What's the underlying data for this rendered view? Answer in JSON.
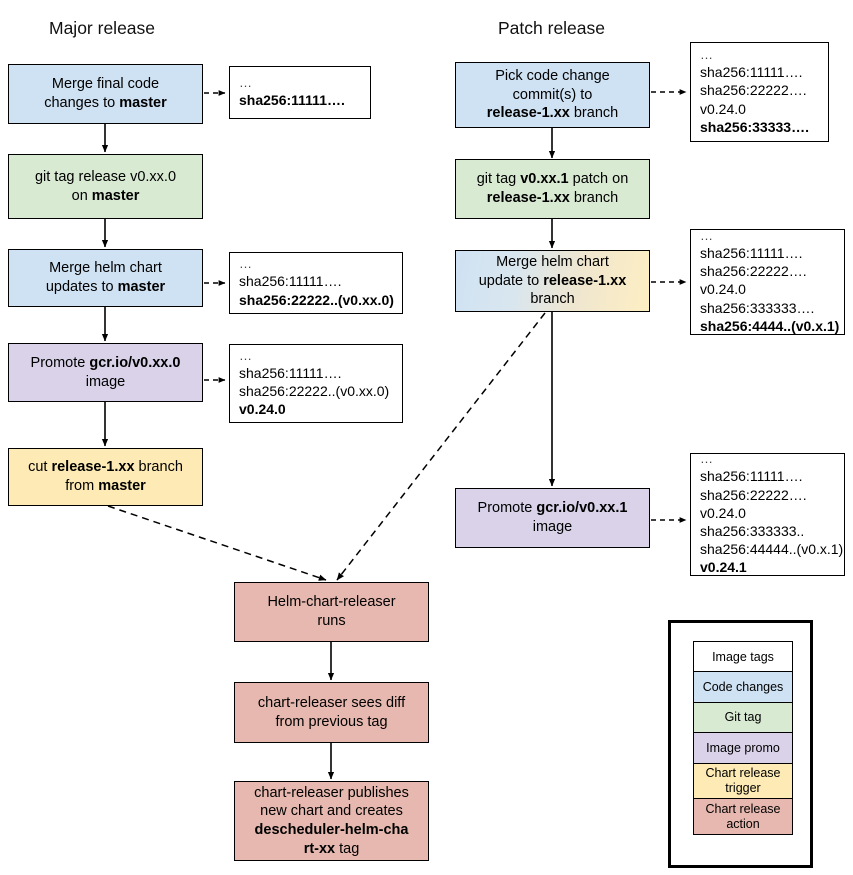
{
  "diagram": {
    "titles": {
      "major": "Major release",
      "patch": "Patch release"
    },
    "major_flow": [
      {
        "id": "merge-final-code",
        "type": "code-changes",
        "color": "#cfe2f3",
        "lines": [
          {
            "text": "Merge final code",
            "bold_parts": []
          },
          {
            "text": "changes to master",
            "bold_parts": [
              "master"
            ]
          }
        ]
      },
      {
        "id": "git-tag-release",
        "type": "git-tag",
        "color": "#d9ead3",
        "lines": [
          {
            "text": "git tag release v0.xx.0",
            "bold_parts": []
          },
          {
            "text": "on master",
            "bold_parts": [
              "master"
            ]
          }
        ]
      },
      {
        "id": "merge-helm-chart-master",
        "type": "code-changes",
        "color": "#cfe2f3",
        "lines": [
          {
            "text": "Merge helm chart",
            "bold_parts": []
          },
          {
            "text": "updates to master",
            "bold_parts": [
              "master"
            ]
          }
        ]
      },
      {
        "id": "promote-image-major",
        "type": "image-promo",
        "color": "#d9d2e9",
        "lines": [
          {
            "text": "Promote gcr.io/v0.xx.0",
            "bold_parts": [
              "gcr.io/v0.xx.0"
            ]
          },
          {
            "text": "image",
            "bold_parts": []
          }
        ]
      },
      {
        "id": "cut-release-branch",
        "type": "chart-release-trigger",
        "color": "#fdeab4",
        "lines": [
          {
            "text": "cut release-1.xx branch",
            "bold_parts": [
              "release-1.xx"
            ]
          },
          {
            "text": "from master",
            "bold_parts": [
              "master"
            ]
          }
        ]
      }
    ],
    "patch_flow": [
      {
        "id": "pick-code-change",
        "type": "code-changes",
        "color": "#cfe2f3",
        "lines": [
          {
            "text": "Pick code change",
            "bold_parts": []
          },
          {
            "text": "commit(s) to",
            "bold_parts": []
          },
          {
            "text": "release-1.xx branch",
            "bold_parts": [
              "release-1.xx"
            ]
          }
        ]
      },
      {
        "id": "git-tag-patch",
        "type": "git-tag",
        "color": "#d9ead3",
        "lines": [
          {
            "text": "git tag v0.xx.1 patch on",
            "bold_parts": [
              "v0.xx.1"
            ]
          },
          {
            "text": "release-1.xx branch",
            "bold_parts": [
              "release-1.xx"
            ]
          }
        ]
      },
      {
        "id": "merge-helm-chart-release-branch",
        "type": "code-changes-to-chart-release-trigger",
        "color": "#cfe2f3 -> #fdeab4",
        "lines": [
          {
            "text": "Merge helm chart",
            "bold_parts": []
          },
          {
            "text": "update to release-1.xx",
            "bold_parts": [
              "release-1.xx"
            ]
          },
          {
            "text": "branch",
            "bold_parts": []
          }
        ]
      },
      {
        "id": "promote-image-patch",
        "type": "image-promo",
        "color": "#d9d2e9",
        "lines": [
          {
            "text": "Promote gcr.io/v0.xx.1",
            "bold_parts": [
              "gcr.io/v0.xx.1"
            ]
          },
          {
            "text": "image",
            "bold_parts": []
          }
        ]
      }
    ],
    "bottom_flow": [
      {
        "id": "helm-chart-releaser-runs",
        "type": "chart-release-action",
        "color": "#e6b8af",
        "lines": [
          {
            "text": "Helm-chart-releaser",
            "bold_parts": []
          },
          {
            "text": "runs",
            "bold_parts": []
          }
        ]
      },
      {
        "id": "chart-releaser-sees-diff",
        "type": "chart-release-action",
        "color": "#e6b8af",
        "lines": [
          {
            "text": "chart-releaser sees diff",
            "bold_parts": []
          },
          {
            "text": "from previous tag",
            "bold_parts": []
          }
        ]
      },
      {
        "id": "chart-releaser-publishes",
        "type": "chart-release-action",
        "color": "#e6b8af",
        "lines": [
          {
            "text": "chart-releaser publishes",
            "bold_parts": []
          },
          {
            "text": "new chart and creates",
            "bold_parts": []
          },
          {
            "text": "descheduler-helm-cha",
            "bold_parts": [
              "descheduler-helm-cha"
            ]
          },
          {
            "text": "rt-xx tag",
            "bold_parts": [
              "rt-xx"
            ]
          }
        ]
      }
    ],
    "tag_boxes": [
      {
        "id": "tags-after-merge-final-code",
        "lines": [
          {
            "text": "…",
            "bold": false
          },
          {
            "text": "sha256:11111….",
            "bold": true
          }
        ]
      },
      {
        "id": "tags-after-merge-helm-chart-master",
        "lines": [
          {
            "text": "…",
            "bold": false
          },
          {
            "text": "sha256:11111….",
            "bold": false
          },
          {
            "text": "sha256:22222..(v0.xx.0)",
            "bold": true
          }
        ]
      },
      {
        "id": "tags-after-promote-image-major",
        "lines": [
          {
            "text": "…",
            "bold": false
          },
          {
            "text": "sha256:11111….",
            "bold": false
          },
          {
            "text": "sha256:22222..(v0.xx.0)",
            "bold": false
          },
          {
            "text": "v0.24.0",
            "bold": true
          }
        ]
      },
      {
        "id": "tags-after-pick-code-change",
        "lines": [
          {
            "text": "…",
            "bold": false
          },
          {
            "text": "sha256:11111….",
            "bold": false
          },
          {
            "text": "sha256:22222….",
            "bold": false
          },
          {
            "text": "v0.24.0",
            "bold": false
          },
          {
            "text": "sha256:33333….",
            "bold": true
          }
        ]
      },
      {
        "id": "tags-after-merge-helm-chart-release-branch",
        "lines": [
          {
            "text": "…",
            "bold": false
          },
          {
            "text": "sha256:11111….",
            "bold": false
          },
          {
            "text": "sha256:22222….",
            "bold": false
          },
          {
            "text": "v0.24.0",
            "bold": false
          },
          {
            "text": "sha256:333333….",
            "bold": false
          },
          {
            "text": "sha256:4444..(v0.x.1)",
            "bold": true
          }
        ]
      },
      {
        "id": "tags-after-promote-image-patch",
        "lines": [
          {
            "text": "…",
            "bold": false
          },
          {
            "text": "sha256:11111….",
            "bold": false
          },
          {
            "text": "sha256:22222….",
            "bold": false
          },
          {
            "text": "v0.24.0",
            "bold": false
          },
          {
            "text": "sha256:333333..",
            "bold": false
          },
          {
            "text": "sha256:44444..(v0.x.1)",
            "bold": false
          },
          {
            "text": "v0.24.1",
            "bold": true
          }
        ]
      }
    ],
    "legend": {
      "items": [
        {
          "label": "Image tags",
          "color": "#ffffff"
        },
        {
          "label": "Code changes",
          "color": "#cfe2f3"
        },
        {
          "label": "Git tag",
          "color": "#d9ead3"
        },
        {
          "label": "Image promo",
          "color": "#d9d2e9"
        },
        {
          "label": "Chart release trigger",
          "color": "#fdeab4"
        },
        {
          "label": "Chart release action",
          "color": "#e6b8af"
        }
      ]
    }
  }
}
